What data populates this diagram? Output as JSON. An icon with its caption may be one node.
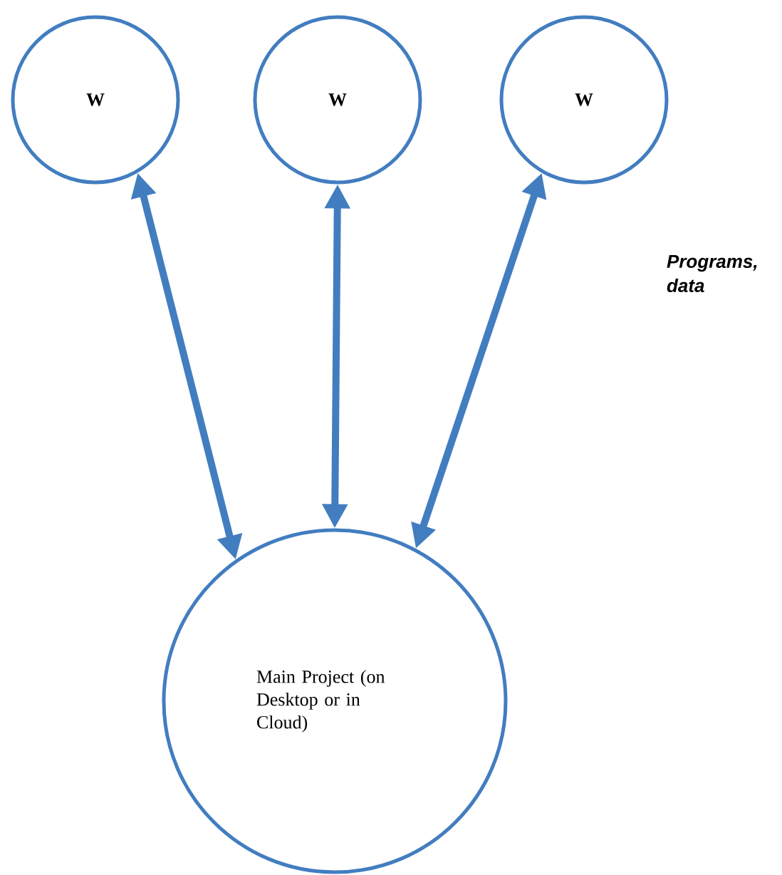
{
  "diagram": {
    "nodes": [
      {
        "text": [
          "W"
        ]
      },
      {
        "text": [
          "W"
        ]
      },
      {
        "text": [
          "W"
        ]
      },
      {
        "text": [
          "Main Project (on Desktop or in Cloud)"
        ]
      }
    ],
    "edges": [
      {
        "from": 0,
        "to": 3,
        "arrow": "both"
      },
      {
        "from": 1,
        "to": 3,
        "arrow": "both"
      },
      {
        "from": 2,
        "to": 3,
        "arrow": "both"
      }
    ],
    "labels": [
      "Programs, data"
    ]
  }
}
